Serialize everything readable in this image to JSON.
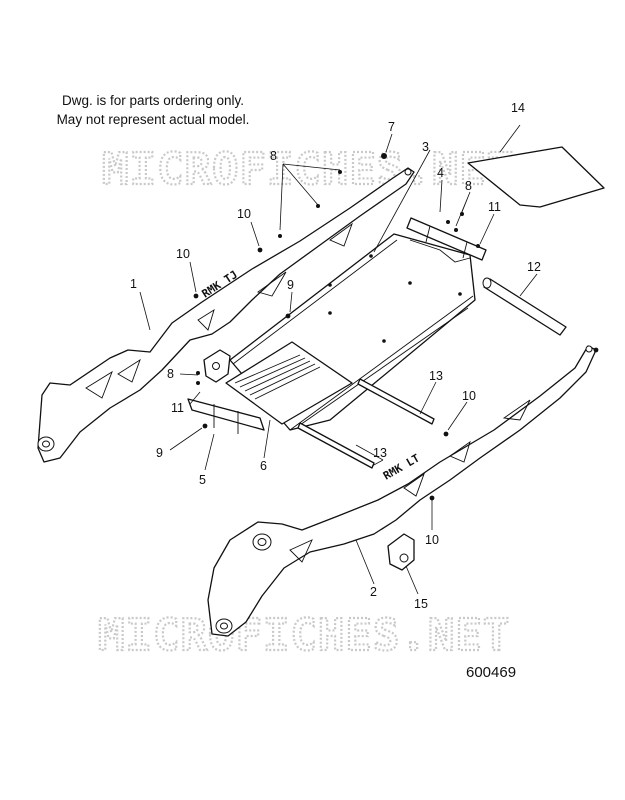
{
  "notes": {
    "line1": "Dwg. is for parts ordering only.",
    "line2": "May not represent actual model."
  },
  "watermark": "MICROFICHES.NET",
  "drawing_number": "600469",
  "callouts": {
    "c1": "1",
    "c2": "2",
    "c3": "3",
    "c4": "4",
    "c5": "5",
    "c6": "6",
    "c7": "7",
    "c8a": "8",
    "c8b": "8",
    "c8c": "8",
    "c9a": "9",
    "c9b": "9",
    "c10a": "10",
    "c10b": "10",
    "c10c": "10",
    "c10d": "10",
    "c11a": "11",
    "c11b": "11",
    "c12": "12",
    "c13a": "13",
    "c13b": "13",
    "c14": "14",
    "c15": "15"
  },
  "rail_labels": {
    "left": "RMK TJ",
    "right": "RMK LT"
  }
}
